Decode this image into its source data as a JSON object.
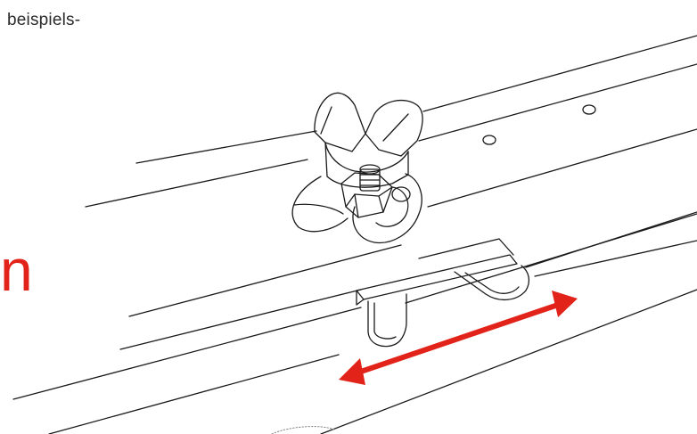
{
  "caption": {
    "text": "beispiels-"
  },
  "heading_fragment": {
    "text": "n"
  },
  "colors": {
    "accent": "#e2231a",
    "line": "#1a1a1a",
    "text": "#2b2b2b"
  },
  "illustration": {
    "parts": [
      "rail-profile",
      "wing-nut-clamp",
      "sliding-tab",
      "direction-arrow"
    ],
    "arrow": "double-headed"
  }
}
